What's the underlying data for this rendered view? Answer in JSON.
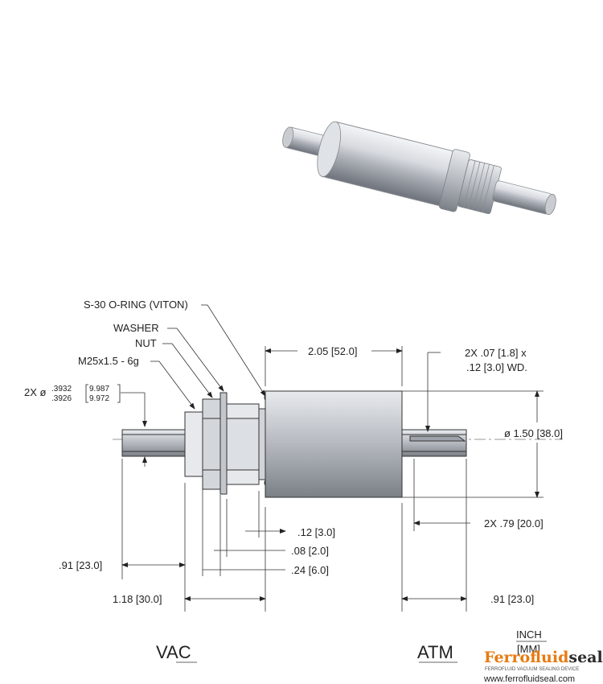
{
  "drawing": {
    "labels": {
      "oring": "S-30 O-RING (VITON)",
      "washer": "WASHER",
      "nut": "NUT",
      "thread": "M25x1.5 - 6g",
      "shaft_prefix": "2X ø",
      "shaft_upper_in": ".3932",
      "shaft_lower_in": ".3926",
      "shaft_upper_mm": "9.987",
      "shaft_lower_mm": "9.972",
      "housing_len": "2.05 [52.0]",
      "flat_line1": "2X .07 [1.8] x",
      "flat_line2": ".12 [3.0] WD.",
      "housing_dia": "ø 1.50 [38.0]",
      "shaft_ext": "2X .79 [20.0]",
      "d_012": ".12 [3.0]",
      "d_008": ".08 [2.0]",
      "d_024": ".24 [6.0]",
      "d_091_left": ".91 [23.0]",
      "d_118": "1.18 [30.0]",
      "d_091_right": ".91 [23.0]",
      "side_vac": "VAC",
      "side_atm": "ATM",
      "unit_inch": "INCH",
      "unit_mm": "[MM]"
    }
  },
  "logo": {
    "name_a": "Ferro",
    "name_b": "fluid",
    "name_c": "seal",
    "tagline": "FERROFLUID VACUUM SEALING DEVICE",
    "url": "www.ferrofluidseal.com",
    "colors": {
      "orange": "#e87a10",
      "dark": "#2b2b2b"
    }
  }
}
